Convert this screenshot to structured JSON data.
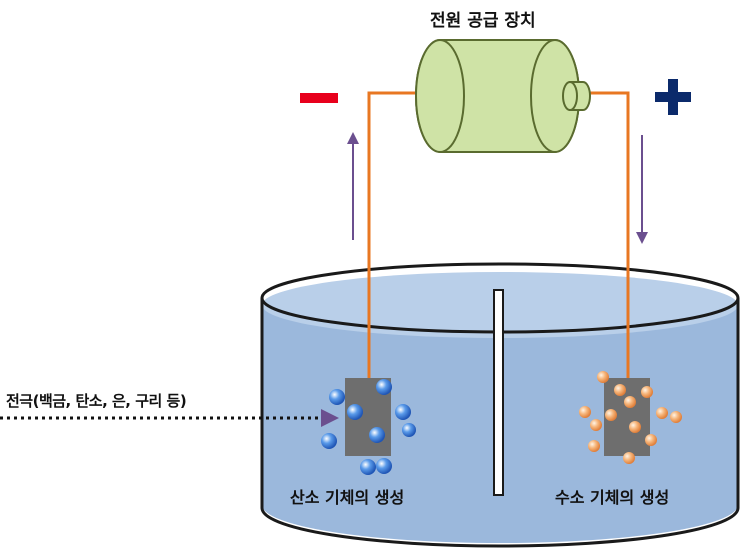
{
  "title": "전원 공급 장치",
  "minus_sign": "−",
  "plus_sign": "+",
  "electrode_label": "전극(백금, 탄소, 은, 구리 등)",
  "left_gas_label": "산소 기체의 생성",
  "right_gas_label": "수소 기체의 생성",
  "colors": {
    "wire": "#e87722",
    "battery_fill": "#cfe3a6",
    "battery_stroke": "#5a6b2f",
    "minus": "#e8001c",
    "plus": "#0b2a6b",
    "arrow": "#6b4f8f",
    "water": "#9bb8dc",
    "water_top": "#b9cfe9",
    "electrode": "#6e6e6e",
    "bubble_blue": "#3f7fd9",
    "bubble_orange": "#f2a866"
  },
  "icons": {
    "minus": "minus-sign-icon",
    "plus": "plus-sign-icon",
    "bubbles": "gas-bubble-icon"
  }
}
